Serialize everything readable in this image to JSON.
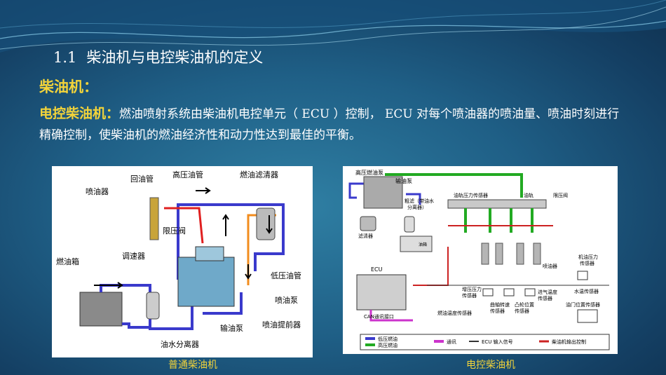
{
  "slide": {
    "title_num": "1.1",
    "title": "柴油机与电控柴油机的定义",
    "heading": "柴油机：",
    "term": "电控柴油机：",
    "definition": "燃油喷射系统由柴油机电控单元（ ECU ）控制， ECU 对每个喷油器的喷油量、喷油时刻进行精确控制，使柴油机的燃油经济性和动力性达到最佳的平衡。"
  },
  "left_figure": {
    "caption": "普通柴油机",
    "labels": {
      "return_pipe": "回油管",
      "hp_pipe": "高压油管",
      "fuel_filter": "燃油滤清器",
      "injector": "喷油器",
      "limit_valve": "限压阀",
      "governor": "调速器",
      "fuel_tank": "燃油箱",
      "lp_pipe": "低压油管",
      "injection_pump": "喷油泵",
      "transfer_pump": "输油泵",
      "advance_device": "喷油提前器",
      "water_separator": "油水分离器"
    }
  },
  "right_figure": {
    "caption": "电控柴油机",
    "labels": {
      "hp_pump": "高压燃油泵",
      "transfer_pump": "输油泵",
      "filter_a": "粗滤（带油水",
      "filter_b": "分离器）",
      "rail_sensor": "油轨压力传感器",
      "rail": "油轨",
      "limit_valve": "限压阀",
      "fine_filter": "滤清器",
      "tank": "油箱",
      "injector": "喷油器",
      "oil_sensor_a": "机油压力",
      "oil_sensor_b": "传感器",
      "ecu": "ECU",
      "boost_sensor_a": "增压压力",
      "boost_sensor_b": "传感器",
      "intake_sensor_a": "进气温度",
      "intake_sensor_b": "传感器",
      "water_sensor": "水温传感器",
      "crank_sensor_a": "曲轴转速",
      "crank_sensor_b": "传感器",
      "cam_sensor_a": "凸轮位置",
      "cam_sensor_b": "传感器",
      "throttle_sensor": "油门位置传感器",
      "fuel_temp_sensor": "燃油温度传感器",
      "can": "CAN通讯接口",
      "legend_lp": "低压燃油",
      "legend_hp": "高压燃油",
      "legend_comm": "通讯",
      "legend_in": "ECU 输入信号",
      "legend_out": "柴油机输出控制"
    }
  }
}
